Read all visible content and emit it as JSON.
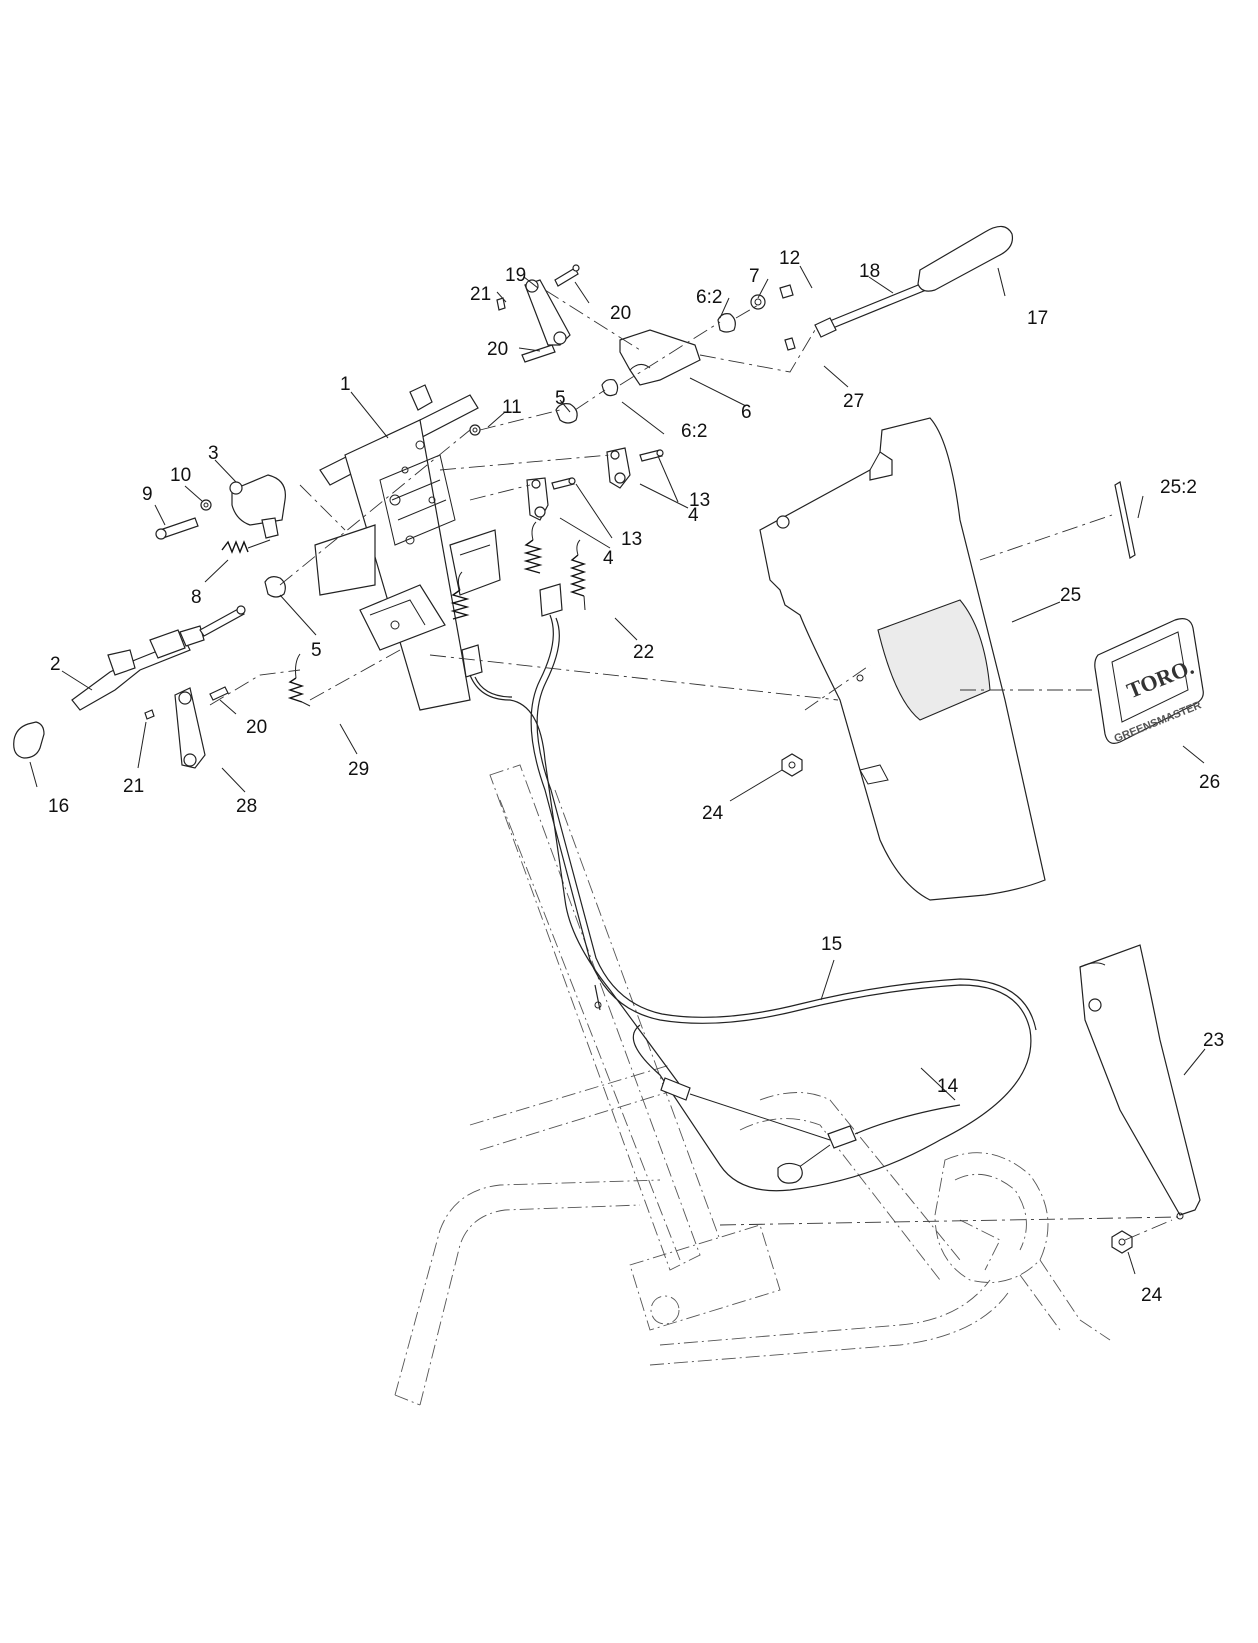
{
  "diagram": {
    "callouts": [
      {
        "id": "c1",
        "label": "1"
      },
      {
        "id": "c2",
        "label": "2"
      },
      {
        "id": "c3",
        "label": "3"
      },
      {
        "id": "c4a",
        "label": "4"
      },
      {
        "id": "c4b",
        "label": "4"
      },
      {
        "id": "c5a",
        "label": "5"
      },
      {
        "id": "c5b",
        "label": "5"
      },
      {
        "id": "c6",
        "label": "6"
      },
      {
        "id": "c6-2a",
        "label": "6:2"
      },
      {
        "id": "c6-2b",
        "label": "6:2"
      },
      {
        "id": "c7",
        "label": "7"
      },
      {
        "id": "c8",
        "label": "8"
      },
      {
        "id": "c9",
        "label": "9"
      },
      {
        "id": "c10",
        "label": "10"
      },
      {
        "id": "c11",
        "label": "11"
      },
      {
        "id": "c12",
        "label": "12"
      },
      {
        "id": "c13a",
        "label": "13"
      },
      {
        "id": "c13b",
        "label": "13"
      },
      {
        "id": "c14",
        "label": "14"
      },
      {
        "id": "c15",
        "label": "15"
      },
      {
        "id": "c16",
        "label": "16"
      },
      {
        "id": "c17",
        "label": "17"
      },
      {
        "id": "c18",
        "label": "18"
      },
      {
        "id": "c19",
        "label": "19"
      },
      {
        "id": "c20a",
        "label": "20"
      },
      {
        "id": "c20b",
        "label": "20"
      },
      {
        "id": "c20c",
        "label": "20"
      },
      {
        "id": "c21a",
        "label": "21"
      },
      {
        "id": "c21b",
        "label": "21"
      },
      {
        "id": "c22",
        "label": "22"
      },
      {
        "id": "c23",
        "label": "23"
      },
      {
        "id": "c24a",
        "label": "24"
      },
      {
        "id": "c24b",
        "label": "24"
      },
      {
        "id": "c25",
        "label": "25"
      },
      {
        "id": "c25-2",
        "label": "25:2"
      },
      {
        "id": "c26",
        "label": "26"
      },
      {
        "id": "c27",
        "label": "27"
      },
      {
        "id": "c28",
        "label": "28"
      },
      {
        "id": "c29",
        "label": "29"
      }
    ],
    "decal": {
      "brand": "TORO.",
      "model": "GREENSMASTER"
    }
  }
}
